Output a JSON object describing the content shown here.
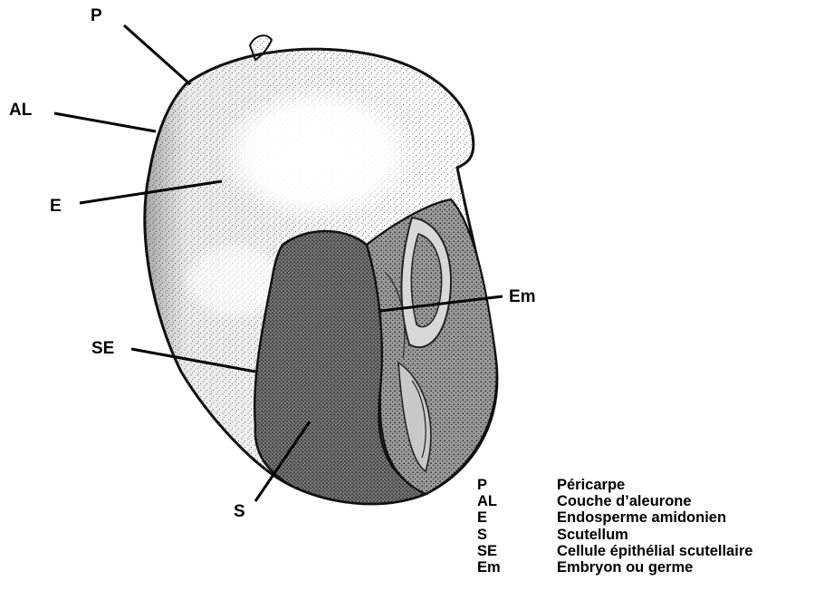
{
  "callouts": [
    {
      "id": "P",
      "label": "P"
    },
    {
      "id": "AL",
      "label": "AL"
    },
    {
      "id": "E",
      "label": "E"
    },
    {
      "id": "Em",
      "label": "Em"
    },
    {
      "id": "SE",
      "label": "SE"
    },
    {
      "id": "S",
      "label": "S"
    }
  ],
  "legend": [
    {
      "abbr": "P",
      "term": "Péricarpe"
    },
    {
      "abbr": "AL",
      "term": "Couche d’aleurone"
    },
    {
      "abbr": "E",
      "term": "Endosperme amidonien"
    },
    {
      "abbr": "S",
      "term": "Scutellum"
    },
    {
      "abbr": "SE",
      "term": "Cellule épithélial scutellaire"
    },
    {
      "abbr": "Em",
      "term": "Embryon ou germe"
    }
  ]
}
